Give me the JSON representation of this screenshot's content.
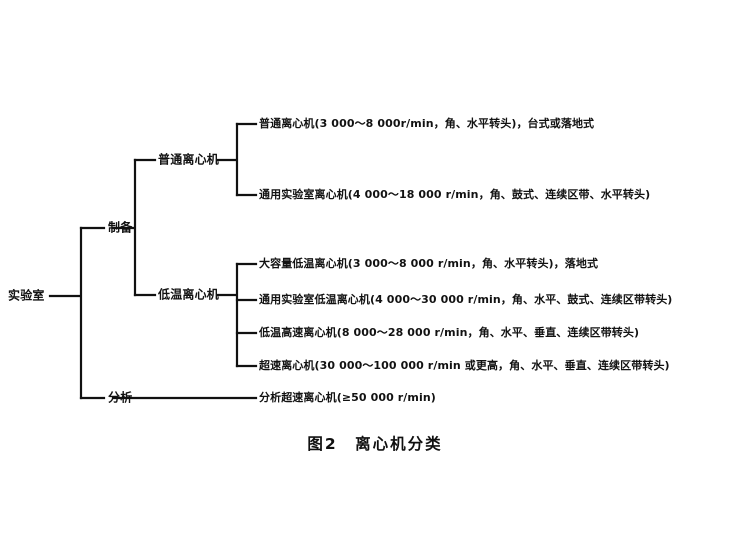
{
  "figure": {
    "caption": "图2　离心机分类",
    "caption_label": "图2",
    "caption_title": "离心机分类",
    "line_color": "#111111",
    "background_color": "#ffffff",
    "text_color": "#121212"
  },
  "tree": {
    "root": {
      "label": "实验室"
    },
    "level1": [
      {
        "label": "制备"
      },
      {
        "label": "分析"
      }
    ],
    "level2": [
      {
        "label": "普通离心机"
      },
      {
        "label": "低温离心机"
      }
    ],
    "leaves": {
      "putong": [
        "普通离心机(3 000～8 000r/min，角、水平转头)，台式或落地式",
        "通用实验室离心机(4 000～18 000 r/min，角、鼓式、连续区带、水平转头)"
      ],
      "diwen": [
        "大容量低温离心机(3 000～8 000 r/min，角、水平转头)，落地式",
        "通用实验室低温离心机(4 000～30 000 r/min，角、水平、鼓式、连续区带转头)",
        "低温高速离心机(8 000～28 000 r/min，角、水平、垂直、连续区带转头)",
        "超速离心机(30 000～100 000 r/min 或更高，角、水平、垂直、连续区带转头)"
      ],
      "fenxi": [
        "分析超速离心机(≥50 000 r/min)"
      ]
    }
  }
}
